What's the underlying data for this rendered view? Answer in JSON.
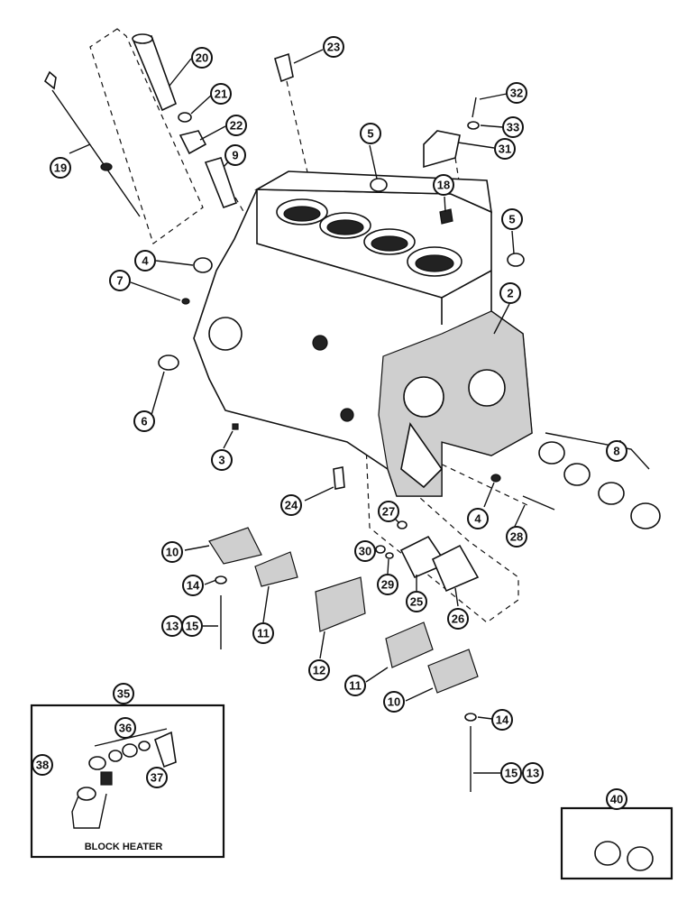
{
  "callouts": [
    {
      "id": "c20",
      "label": "20"
    },
    {
      "id": "c21",
      "label": "21"
    },
    {
      "id": "c22",
      "label": "22"
    },
    {
      "id": "c23",
      "label": "23"
    },
    {
      "id": "c32",
      "label": "32"
    },
    {
      "id": "c33",
      "label": "33"
    },
    {
      "id": "c31",
      "label": "31"
    },
    {
      "id": "c19",
      "label": "19"
    },
    {
      "id": "c9",
      "label": "9"
    },
    {
      "id": "c5a",
      "label": "5"
    },
    {
      "id": "c18",
      "label": "18"
    },
    {
      "id": "c5b",
      "label": "5"
    },
    {
      "id": "c4a",
      "label": "4"
    },
    {
      "id": "c7",
      "label": "7"
    },
    {
      "id": "c2",
      "label": "2"
    },
    {
      "id": "c6",
      "label": "6"
    },
    {
      "id": "c3",
      "label": "3"
    },
    {
      "id": "c8",
      "label": "8"
    },
    {
      "id": "c24",
      "label": "24"
    },
    {
      "id": "c4b",
      "label": "4"
    },
    {
      "id": "c28",
      "label": "28"
    },
    {
      "id": "c27",
      "label": "27"
    },
    {
      "id": "c10a",
      "label": "10"
    },
    {
      "id": "c30",
      "label": "30"
    },
    {
      "id": "c29",
      "label": "29"
    },
    {
      "id": "c25",
      "label": "25"
    },
    {
      "id": "c26",
      "label": "26"
    },
    {
      "id": "c14a",
      "label": "14"
    },
    {
      "id": "c13a",
      "label": "13"
    },
    {
      "id": "c15a",
      "label": "15"
    },
    {
      "id": "c11a",
      "label": "11"
    },
    {
      "id": "c12",
      "label": "12"
    },
    {
      "id": "c11b",
      "label": "11"
    },
    {
      "id": "c10b",
      "label": "10"
    },
    {
      "id": "c35",
      "label": "35"
    },
    {
      "id": "c36",
      "label": "36"
    },
    {
      "id": "c38",
      "label": "38"
    },
    {
      "id": "c37",
      "label": "37"
    },
    {
      "id": "c14b",
      "label": "14"
    },
    {
      "id": "c15b",
      "label": "15"
    },
    {
      "id": "c13b",
      "label": "13"
    },
    {
      "id": "c40",
      "label": "40"
    }
  ],
  "inset": {
    "block_heater_label": "BLOCK HEATER"
  }
}
